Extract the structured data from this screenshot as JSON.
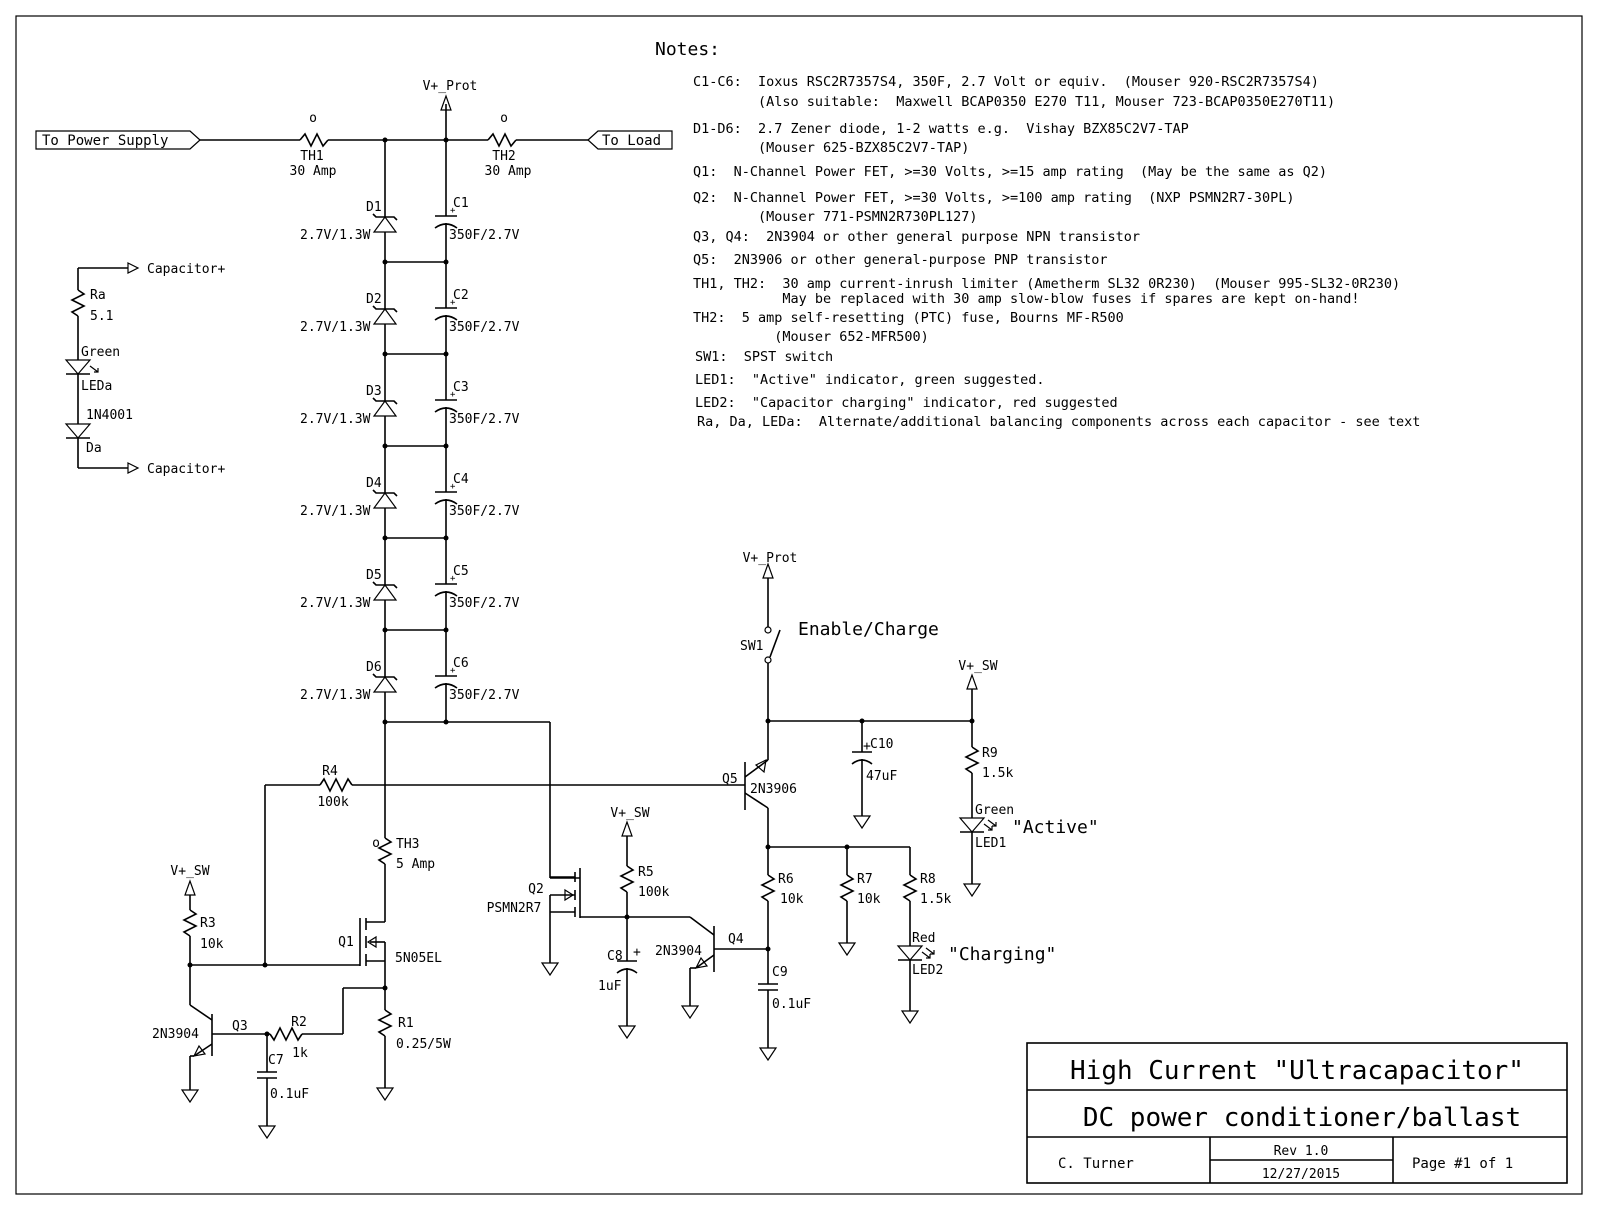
{
  "notes": {
    "heading": "Notes:",
    "lines": [
      "C1-C6:  Ioxus RSC2R7357S4, 350F, 2.7 Volt or equiv.  (Mouser 920-RSC2R7357S4)",
      "        (Also suitable:  Maxwell BCAP0350 E270 T11, Mouser 723-BCAP0350E270T11)",
      "D1-D6:  2.7 Zener diode, 1-2 watts e.g.  Vishay BZX85C2V7-TAP",
      "        (Mouser 625-BZX85C2V7-TAP)",
      "Q1:  N-Channel Power FET, >=30 Volts, >=15 amp rating  (May be the same as Q2)",
      "Q2:  N-Channel Power FET, >=30 Volts, >=100 amp rating  (NXP PSMN2R7-30PL)",
      "        (Mouser 771-PSMN2R730PL127)",
      "Q3, Q4:  2N3904 or other general purpose NPN transistor",
      "Q5:  2N3906 or other general-purpose PNP transistor",
      "TH1, TH2:  30 amp current-inrush limiter (Ametherm SL32 0R230)  (Mouser 995-SL32-0R230)",
      "           May be replaced with 30 amp slow-blow fuses if spares are kept on-hand!",
      "TH2:  5 amp self-resetting (PTC) fuse, Bourns MF-R500",
      "          (Mouser 652-MFR500)",
      "SW1:  SPST switch",
      "LED1:  \"Active\" indicator, green suggested.",
      "LED2:  \"Capacitor charging\" indicator, red suggested",
      "Ra, Da, LEDa:  Alternate/additional balancing components across each capacitor - see text"
    ]
  },
  "ports": {
    "power_supply": "To Power Supply",
    "load": "To Load"
  },
  "rails": {
    "vprot": "V+_Prot",
    "vsw": "V+_SW",
    "cap_plus": "Capacitor+"
  },
  "components": {
    "TH1": {
      "ref": "TH1",
      "value": "30 Amp"
    },
    "TH2": {
      "ref": "TH2",
      "value": "30 Amp"
    },
    "TH3": {
      "ref": "TH3",
      "value": "5 Amp"
    },
    "zeners": [
      {
        "ref": "D1",
        "value": "2.7V/1.3W"
      },
      {
        "ref": "D2",
        "value": "2.7V/1.3W"
      },
      {
        "ref": "D3",
        "value": "2.7V/1.3W"
      },
      {
        "ref": "D4",
        "value": "2.7V/1.3W"
      },
      {
        "ref": "D5",
        "value": "2.7V/1.3W"
      },
      {
        "ref": "D6",
        "value": "2.7V/1.3W"
      }
    ],
    "caps": [
      {
        "ref": "C1",
        "value": "350F/2.7V"
      },
      {
        "ref": "C2",
        "value": "350F/2.7V"
      },
      {
        "ref": "C3",
        "value": "350F/2.7V"
      },
      {
        "ref": "C4",
        "value": "350F/2.7V"
      },
      {
        "ref": "C5",
        "value": "350F/2.7V"
      },
      {
        "ref": "C6",
        "value": "350F/2.7V"
      }
    ],
    "Ra": {
      "ref": "Ra",
      "value": "5.1"
    },
    "LEDa": {
      "ref": "LEDa",
      "color": "Green"
    },
    "Da": {
      "ref": "Da",
      "value": "1N4001"
    },
    "R1": {
      "ref": "R1",
      "value": "0.25/5W"
    },
    "R2": {
      "ref": "R2",
      "value": "1k"
    },
    "R3": {
      "ref": "R3",
      "value": "10k"
    },
    "R4": {
      "ref": "R4",
      "value": "100k"
    },
    "R5": {
      "ref": "R5",
      "value": "100k"
    },
    "R6": {
      "ref": "R6",
      "value": "10k"
    },
    "R7": {
      "ref": "R7",
      "value": "10k"
    },
    "R8": {
      "ref": "R8",
      "value": "1.5k"
    },
    "R9": {
      "ref": "R9",
      "value": "1.5k"
    },
    "C7": {
      "ref": "C7",
      "value": "0.1uF"
    },
    "C8": {
      "ref": "C8",
      "value": "1uF"
    },
    "C9": {
      "ref": "C9",
      "value": "0.1uF"
    },
    "C10": {
      "ref": "C10",
      "value": "47uF"
    },
    "Q1": {
      "ref": "Q1",
      "value": "5N05EL"
    },
    "Q2": {
      "ref": "Q2",
      "value": "PSMN2R7"
    },
    "Q3": {
      "ref": "Q3",
      "value": "2N3904"
    },
    "Q4": {
      "ref": "Q4",
      "value": "2N3904"
    },
    "Q5": {
      "ref": "Q5",
      "value": "2N3906"
    },
    "SW1": {
      "ref": "SW1",
      "label": "Enable/Charge"
    },
    "LED1": {
      "ref": "LED1",
      "color": "Green",
      "label": "\"Active\""
    },
    "LED2": {
      "ref": "LED2",
      "color": "Red",
      "label": "\"Charging\""
    },
    "th_marker": "o"
  },
  "title_block": {
    "title1": "High Current \"Ultracapacitor\"",
    "title2": "DC power conditioner/ballast",
    "author": "C. Turner",
    "rev": "Rev 1.0",
    "date": "12/27/2015",
    "page": "Page #1 of 1"
  }
}
